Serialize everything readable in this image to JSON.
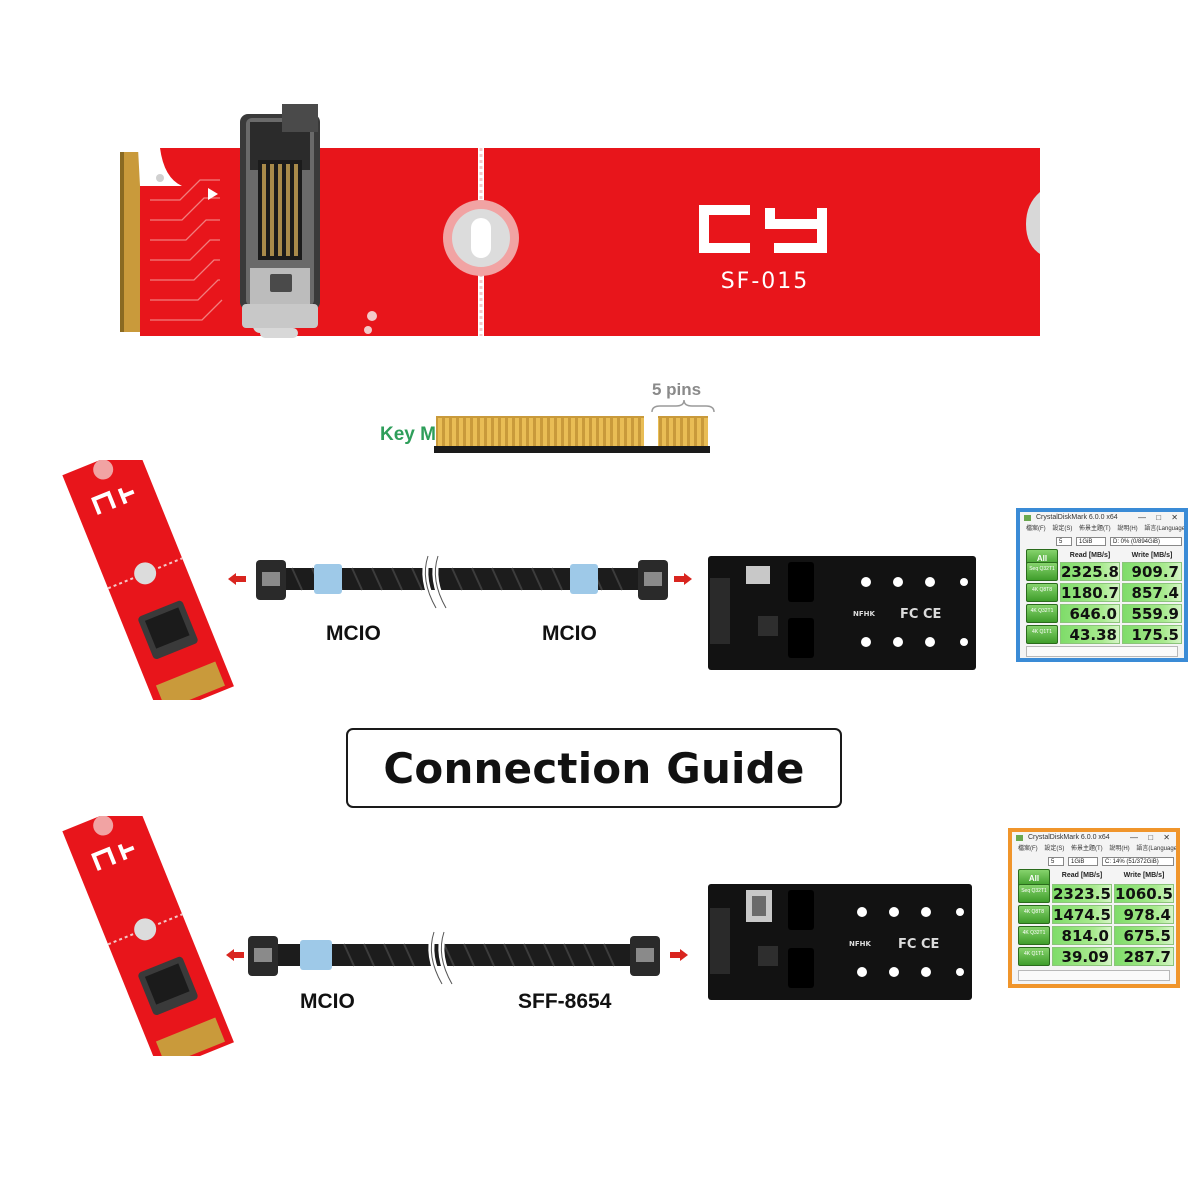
{
  "main_board": {
    "logo": "CY",
    "model": "SF-015"
  },
  "key_m": {
    "label": "Key M",
    "pins_label": "5 pins"
  },
  "upper_setup": {
    "cable_end_left": "MCIO",
    "cable_end_right": "MCIO",
    "adapter_brand": "NFHK",
    "adapter_cert": "FC CE"
  },
  "lower_setup": {
    "cable_end_left": "MCIO",
    "cable_end_right": "SFF-8654",
    "adapter_brand": "NFHK",
    "adapter_cert": "FC CE"
  },
  "guide": {
    "title": "Connection Guide"
  },
  "benchmark_1": {
    "title": "CrystalDiskMark 6.0.0 x64",
    "window_controls": "— □ ✕",
    "menu": "檔案(F) 設定(S) 佈景主題(T) 說明(H) 語言(Language)",
    "runs": "5",
    "size": "1GiB",
    "drive": "D: 0% (0/894GiB)",
    "all_label": "All",
    "read_header": "Read [MB/s]",
    "write_header": "Write [MB/s]",
    "rows": [
      {
        "label": "Seq Q32T1",
        "read": "2325.8",
        "write": "909.7"
      },
      {
        "label": "4K Q8T8",
        "read": "1180.7",
        "write": "857.4"
      },
      {
        "label": "4K Q32T1",
        "read": "646.0",
        "write": "559.9"
      },
      {
        "label": "4K Q1T1",
        "read": "43.38",
        "write": "175.5"
      }
    ]
  },
  "benchmark_2": {
    "title": "CrystalDiskMark 6.0.0 x64",
    "window_controls": "— □ ✕",
    "menu": "檔案(F) 設定(S) 佈景主題(T) 說明(H) 語言(Language)",
    "runs": "5",
    "size": "1GiB",
    "drive": "C: 14% (51/372GiB)",
    "all_label": "All",
    "read_header": "Read [MB/s]",
    "write_header": "Write [MB/s]",
    "rows": [
      {
        "label": "Seq Q32T1",
        "read": "2323.5",
        "write": "1060.5"
      },
      {
        "label": "4K Q8T8",
        "read": "1474.5",
        "write": "978.4"
      },
      {
        "label": "4K Q32T1",
        "read": "814.0",
        "write": "675.5"
      },
      {
        "label": "4K Q1T1",
        "read": "39.09",
        "write": "287.7"
      }
    ]
  },
  "colors": {
    "pcb_red": "#e8151b",
    "gold": "#d9a53a",
    "key_m_green": "#2e9e5a",
    "bench_border_blue": "#3a8bd6",
    "bench_border_orange": "#f0952b",
    "arrow_red": "#d9251f"
  }
}
